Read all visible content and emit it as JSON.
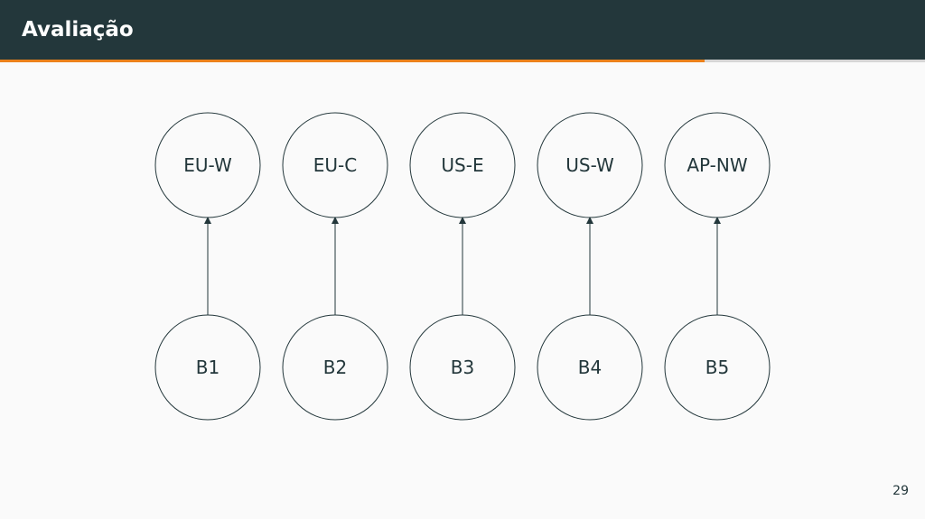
{
  "header": {
    "title": "Avaliação"
  },
  "progress": {
    "fraction": 0.762
  },
  "diagram": {
    "top_nodes": [
      "EU-W",
      "EU-C",
      "US-E",
      "US-W",
      "AP-NW"
    ],
    "bottom_nodes": [
      "B1",
      "B2",
      "B3",
      "B4",
      "B5"
    ],
    "edges": [
      {
        "from": "B1",
        "to": "EU-W"
      },
      {
        "from": "B2",
        "to": "EU-C"
      },
      {
        "from": "B3",
        "to": "US-E"
      },
      {
        "from": "B4",
        "to": "US-W"
      },
      {
        "from": "B5",
        "to": "AP-NW"
      }
    ]
  },
  "footer": {
    "page_number": "29"
  },
  "colors": {
    "header_bg": "#23373b",
    "accent": "#eb811b",
    "node_stroke": "#23373b"
  }
}
